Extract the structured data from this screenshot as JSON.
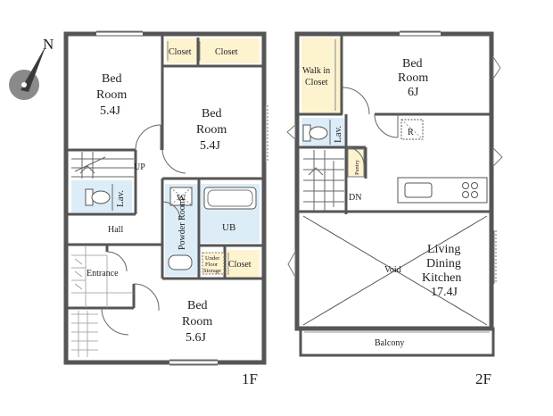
{
  "compass": {
    "label": "N"
  },
  "floor1": {
    "label": "1F",
    "bed_a": {
      "name_1": "Bed",
      "name_2": "Room",
      "size": "5.4J"
    },
    "bed_b": {
      "name_1": "Bed",
      "name_2": "Room",
      "size": "5.4J"
    },
    "bed_c": {
      "name_1": "Bed",
      "name_2": "Room",
      "size": "5.6J"
    },
    "closet_1": "Closet",
    "closet_2": "Closet",
    "closet_3": "Closet",
    "under_floor_1": "Under",
    "under_floor_2": "Floor",
    "under_floor_3": "Storage",
    "up": "UP",
    "lav": "Lav.",
    "hall": "Hall",
    "entrance": "Entrance",
    "powder_room": "Powder Room",
    "washer": "W",
    "ub": "UB"
  },
  "floor2": {
    "label": "2F",
    "walk_in_1": "Walk in",
    "walk_in_2": "Closet",
    "bed": {
      "name_1": "Bed",
      "name_2": "Room",
      "size": "6J"
    },
    "lav": "Lav.",
    "fridge": "R",
    "pantry": "Pantry",
    "dn": "DN",
    "void": "Void",
    "ldk": {
      "line_1": "Living",
      "line_2": "Dining",
      "line_3": "Kitchen",
      "size": "17.4J"
    },
    "balcony": "Balcony"
  }
}
